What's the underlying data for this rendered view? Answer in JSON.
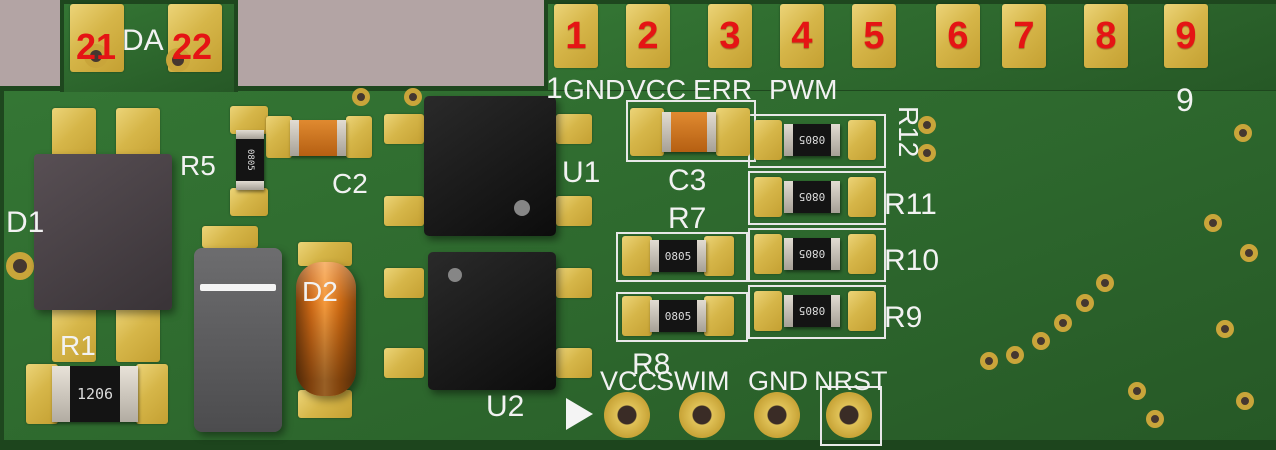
{
  "view": {
    "title": "pcb-3d-render"
  },
  "colors": {
    "background": "#b3a4a4",
    "board_green": "#2d672d",
    "board_edge": "#1e471e",
    "pad_gold": "#d6b649",
    "silkscreen_white": "#f2f2f2",
    "pad_number_red": "#e51414",
    "ic_black": "#141414",
    "capacitor_orange": "#d06c14"
  },
  "tab": {
    "pad_left": "21",
    "pad_right": "22",
    "label": "DA"
  },
  "top_pads": [
    "1",
    "2",
    "3",
    "4",
    "5",
    "6",
    "7",
    "8",
    "9"
  ],
  "silkscreen": {
    "pin1": "1",
    "gnd_top": "GND",
    "vcc_top": "VCC",
    "err": "ERR",
    "pwm": "PWM",
    "d1": "D1",
    "r1": "R1",
    "r5": "R5",
    "c2": "C2",
    "d2": "D2",
    "u1": "U1",
    "u2": "U2",
    "c3": "C3",
    "r7": "R7",
    "r8": "R8",
    "r9": "R9",
    "r10": "R10",
    "r11": "R11",
    "r12": "R12",
    "pin9": "9",
    "vcc_bottom": "VCC",
    "swim": "SWIM",
    "gnd_bottom": "GND",
    "nrst": "NRST"
  },
  "markings": {
    "r1": "1206",
    "smd_0805": "0805"
  }
}
